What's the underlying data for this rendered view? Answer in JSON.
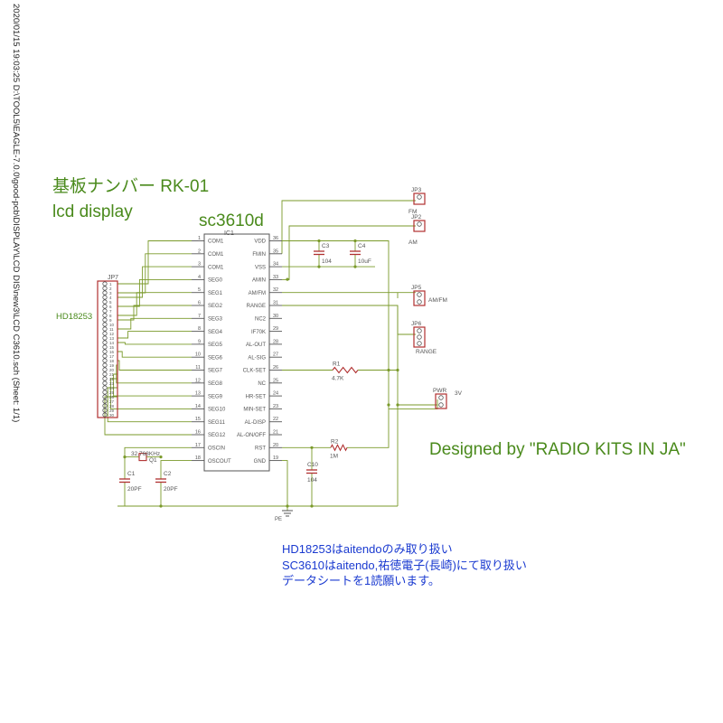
{
  "sheet_label": "2020/01/15 19:03:25  D:\\TOOL5\\EAGLE-7.0.0\\good-pcb\\DISPLAY\\LCD DIS\\new3\\LCD C3610.sch (Sheet: 1/1)",
  "title_board": "基板ナンバー  RK-01",
  "title_sub": "lcd display",
  "chip_title": "sc3610d",
  "ic_ref": "IC1",
  "ic_left_pins": [
    {
      "num": "1",
      "name": "COM1"
    },
    {
      "num": "2",
      "name": "COM1"
    },
    {
      "num": "3",
      "name": "COM1"
    },
    {
      "num": "4",
      "name": "SEG0"
    },
    {
      "num": "5",
      "name": "SEG1"
    },
    {
      "num": "6",
      "name": "SEG2"
    },
    {
      "num": "7",
      "name": "SEG3"
    },
    {
      "num": "8",
      "name": "SEG4"
    },
    {
      "num": "9",
      "name": "SEG5"
    },
    {
      "num": "10",
      "name": "SEG6"
    },
    {
      "num": "11",
      "name": "SEG7"
    },
    {
      "num": "12",
      "name": "SEG8"
    },
    {
      "num": "13",
      "name": "SEG9"
    },
    {
      "num": "14",
      "name": "SEG10"
    },
    {
      "num": "15",
      "name": "SEG11"
    },
    {
      "num": "16",
      "name": "SEG12"
    },
    {
      "num": "17",
      "name": "OSCIN"
    },
    {
      "num": "18",
      "name": "OSCOUT"
    }
  ],
  "ic_right_pins": [
    {
      "num": "36",
      "name": "VDD"
    },
    {
      "num": "35",
      "name": "FMIN"
    },
    {
      "num": "34",
      "name": "VSS"
    },
    {
      "num": "33",
      "name": "AMIN"
    },
    {
      "num": "32",
      "name": "AM/FM"
    },
    {
      "num": "31",
      "name": "RANGE"
    },
    {
      "num": "30",
      "name": "NC2"
    },
    {
      "num": "29",
      "name": "IF70K"
    },
    {
      "num": "28",
      "name": "AL-OUT"
    },
    {
      "num": "27",
      "name": "AL-SIG"
    },
    {
      "num": "26",
      "name": "CLK-SET"
    },
    {
      "num": "25",
      "name": "NC"
    },
    {
      "num": "24",
      "name": "HR-SET"
    },
    {
      "num": "23",
      "name": "MIN-SET"
    },
    {
      "num": "22",
      "name": "AL-DISP"
    },
    {
      "num": "21",
      "name": "AL-ON/OFF"
    },
    {
      "num": "20",
      "name": "RST"
    },
    {
      "num": "19",
      "name": "GND"
    }
  ],
  "connector": {
    "ref": "JP7",
    "label": "HD18253",
    "pins": [
      "1",
      "2",
      "3",
      "4",
      "5",
      "6",
      "7",
      "8",
      "9",
      "10",
      "11",
      "12",
      "13",
      "14",
      "15",
      "16",
      "17",
      "18",
      "19",
      "20",
      "21",
      "22",
      "23",
      "24",
      "25",
      "26",
      "27",
      "28",
      "29",
      "30"
    ]
  },
  "jumpers": [
    {
      "ref": "JP3",
      "label": "FM"
    },
    {
      "ref": "JP2",
      "label": "AM"
    },
    {
      "ref": "JP5",
      "label": "AM/FM"
    },
    {
      "ref": "JP6",
      "label": "RANGE"
    },
    {
      "ref": "PWR",
      "label": "3V"
    }
  ],
  "components": {
    "c3_ref": "C3",
    "c3_val": "104",
    "c4_ref": "C4",
    "c4_val": "10uF",
    "r1_ref": "R1",
    "r1_val": "4.7K",
    "r2_ref": "R2",
    "r2_val": "1M",
    "c10_ref": "C10",
    "c10_val": "104",
    "c1_ref": "C1",
    "c1_val": "20PF",
    "c2_ref": "C2",
    "c2_val": "20PF",
    "q1_ref": "Q1",
    "q1_val": "32.768KHz",
    "gnd": "PE"
  },
  "designer": "Designed by \"RADIO KITS IN JA\"",
  "notes": [
    "HD18253はaitendoのみ取り扱い",
    "SC3610はaitendo,祐徳電子(長崎)にて取り扱い",
    "データシートを1読願います。"
  ],
  "colors": {
    "wire": "#7a9a2a",
    "part": "#b03030",
    "ic": "#555555",
    "text": "#4a8a1c",
    "note": "#1a3ad0"
  }
}
